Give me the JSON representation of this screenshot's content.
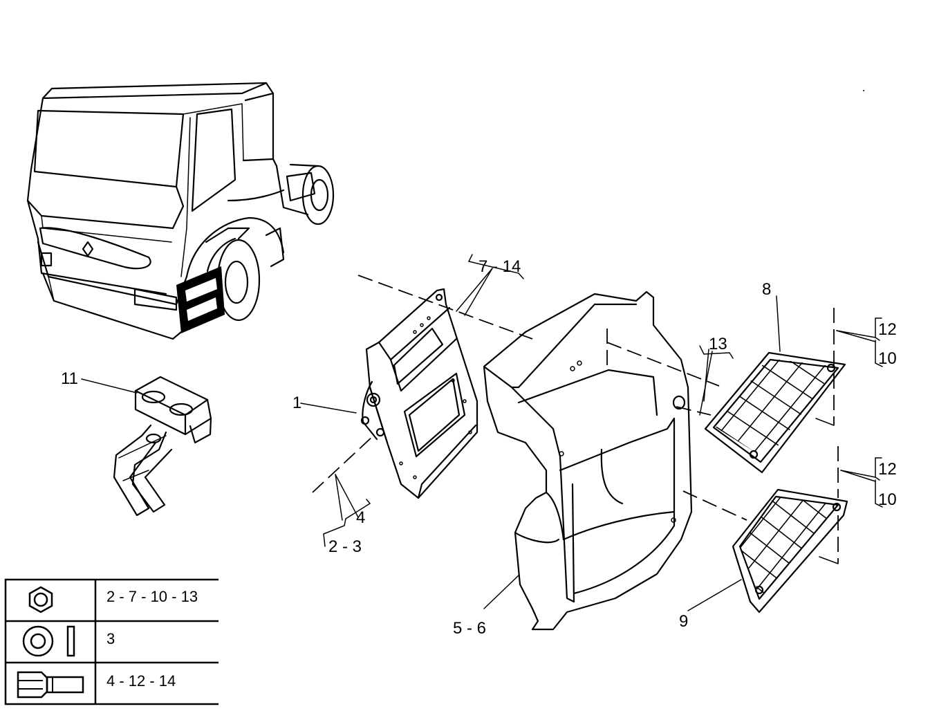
{
  "callouts": {
    "c1": "1",
    "c2_3": "2 - 3",
    "c4": "4",
    "c5_6": "5 - 6",
    "c7_14": "7 - 14",
    "c8": "8",
    "c9": "9",
    "c10a": "10",
    "c10b": "10",
    "c11": "11",
    "c12a": "12",
    "c12b": "12",
    "c13": "13"
  },
  "legend": {
    "rows": [
      {
        "icon": "hex-nut-icon",
        "parts": "2 - 7 - 10 - 13"
      },
      {
        "icon": "washer-icon",
        "parts": "3"
      },
      {
        "icon": "bolt-icon",
        "parts": "4 - 12 - 14"
      }
    ]
  },
  "colors": {
    "ink": "#000000",
    "background": "#ffffff"
  }
}
